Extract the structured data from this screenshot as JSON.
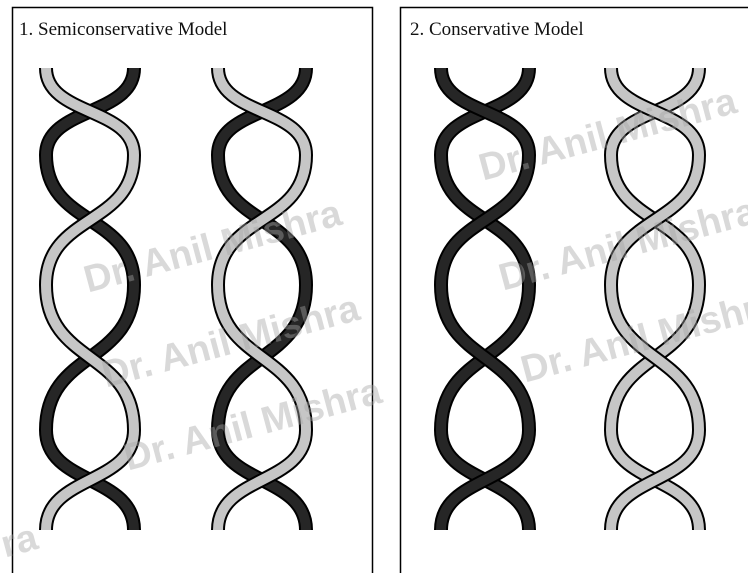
{
  "panels": [
    {
      "title": "1. Semiconservative Model"
    },
    {
      "title": "2. Conservative Model"
    }
  ],
  "watermark": "Dr. Anil Mishra",
  "watermark_fragment": "ra",
  "colors": {
    "dark_strand": "#262626",
    "light_strand": "#c6c6c6",
    "outline": "#000000",
    "frame": "#000000",
    "background": "#ffffff"
  }
}
